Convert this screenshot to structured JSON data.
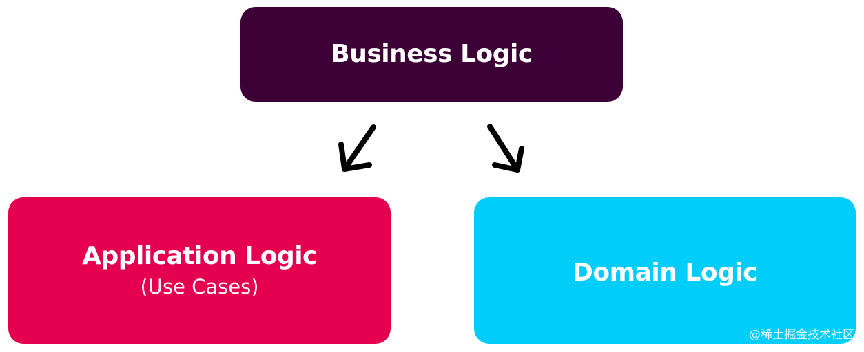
{
  "boxes": {
    "business": {
      "title": "Business Logic",
      "color": "#3c0036"
    },
    "application": {
      "title": "Application Logic",
      "subtitle": "(Use Cases)",
      "color": "#e4004f"
    },
    "domain": {
      "title": "Domain Logic",
      "color": "#00cdfa"
    }
  },
  "arrow_color": "#000000",
  "watermark": "@稀土掘金技术社区"
}
